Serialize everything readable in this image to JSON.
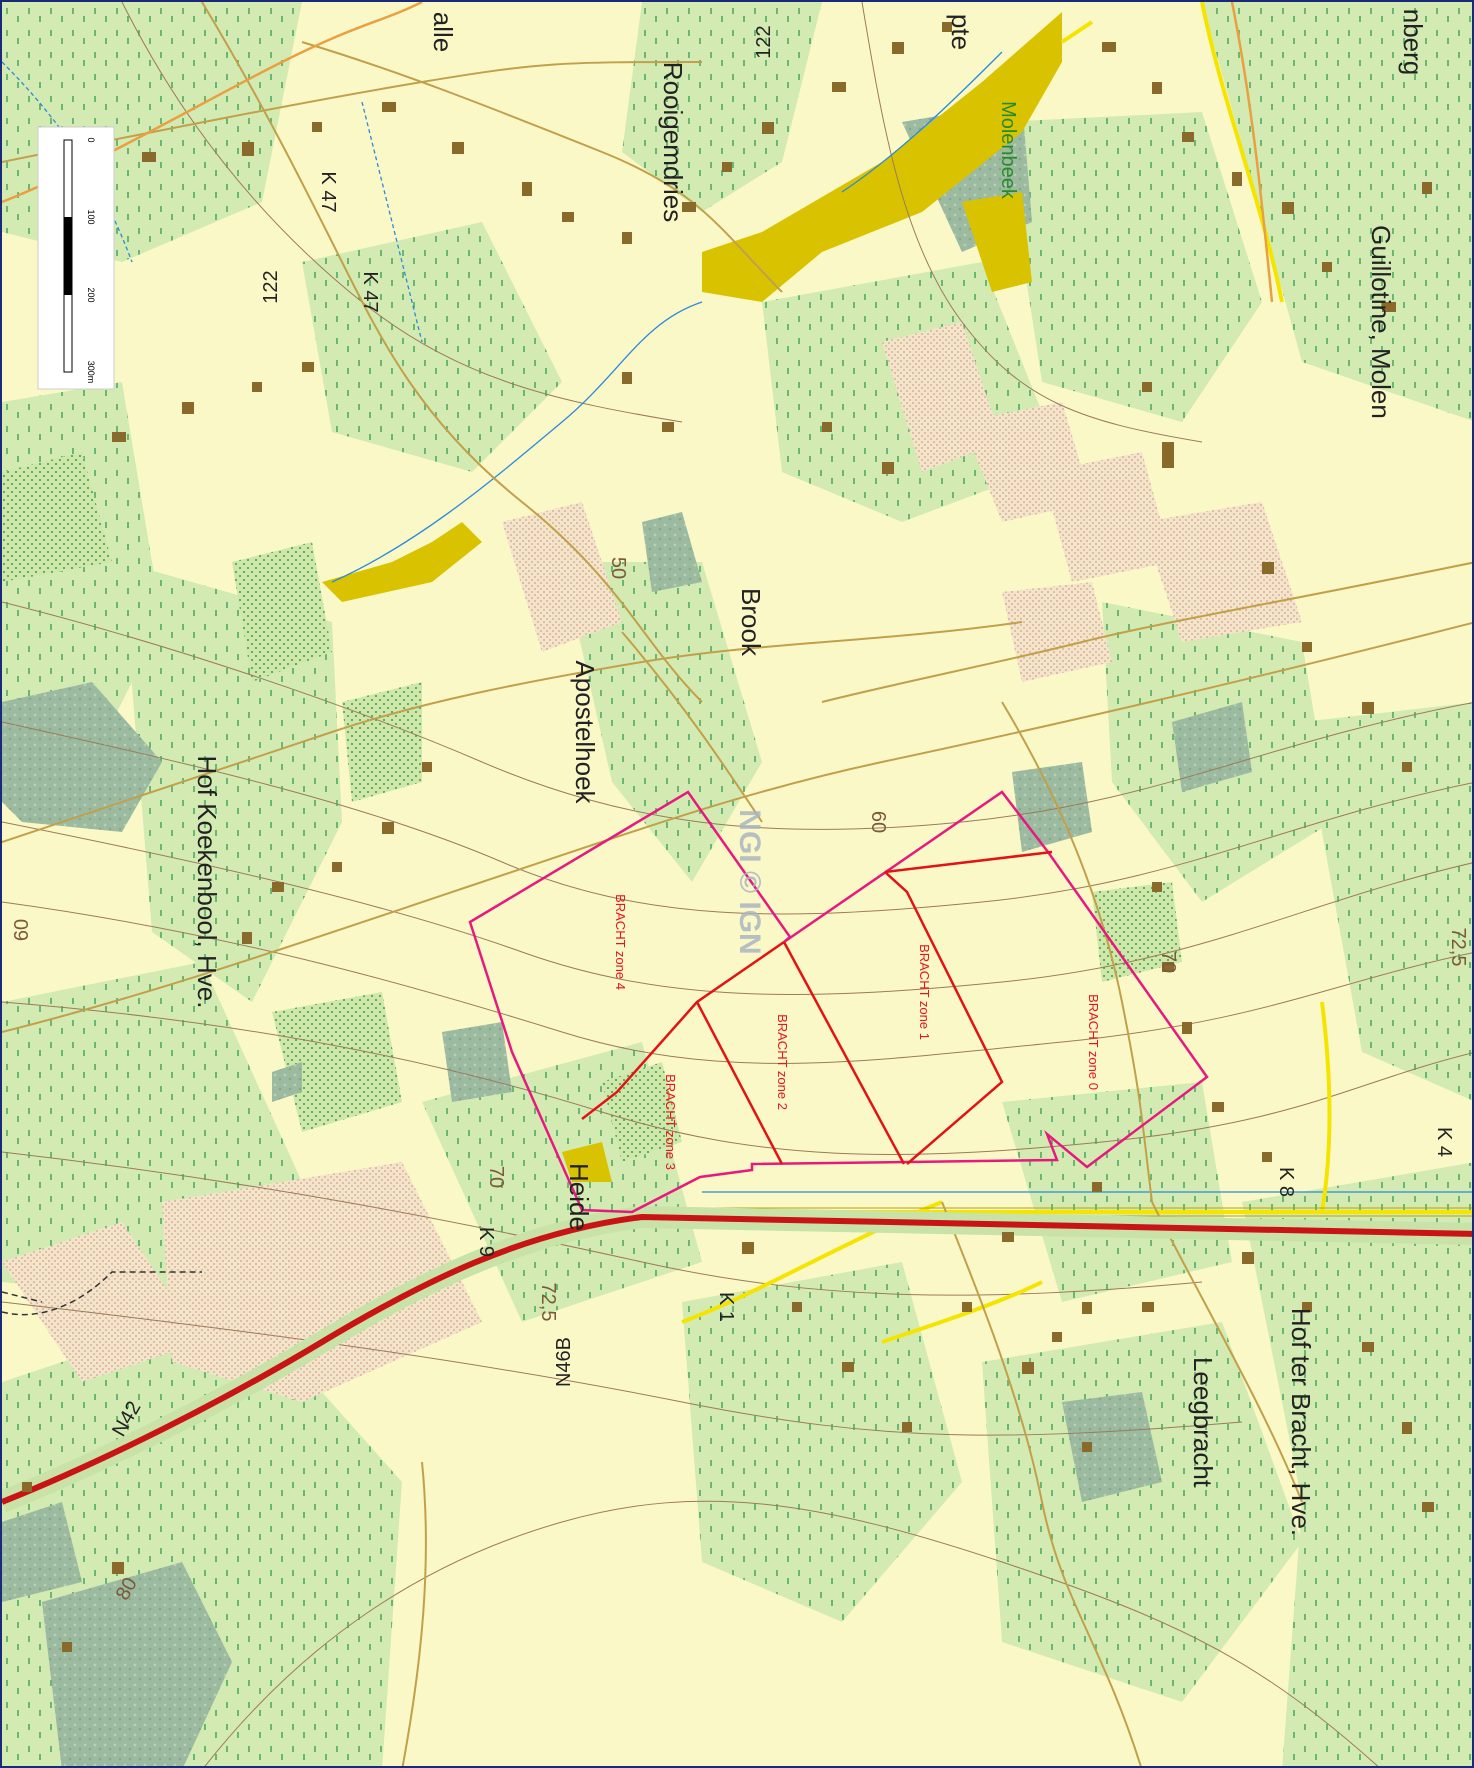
{
  "map": {
    "title": "",
    "watermark": "NGI © IGN",
    "colors": {
      "background": "#fbf8c8",
      "meadow": "#d6ecb4",
      "forest": "#9ab9a0",
      "water": "#2a8ad8",
      "wetland": "#d9c300",
      "buildings": "#8a6a2a",
      "main_road": "#c81414",
      "secondary_road": "#f5e400",
      "contours": "#9c7a5a",
      "zone_outline": "#e6197e",
      "zone_dividers": "#e01414"
    },
    "scale_bar": {
      "ticks": [
        "0",
        "100",
        "200",
        "300m"
      ]
    },
    "place_names": [
      "Rooigemdries",
      "Molenbeek",
      "Guillotine, Molen",
      "Brook",
      "Apostelhoek",
      "Hof Koekenbool, Hve.",
      "Heide",
      "Hof ter Bracht, Hve.",
      "Leegbracht",
      "alle",
      "pte",
      "nberg"
    ],
    "road_labels": [
      "K 47",
      "K 47",
      "122",
      "122",
      "K 9",
      "K 1",
      "K 8",
      "K 4",
      "N46B",
      "N42"
    ],
    "contour_labels": [
      "50",
      "60",
      "60",
      "70",
      "70",
      "72,5",
      "72,5",
      "80"
    ],
    "zones": [
      {
        "id": "zone0",
        "label": "BRACHT zone 0"
      },
      {
        "id": "zone1",
        "label": "BRACHT zone 1"
      },
      {
        "id": "zone2",
        "label": "BRACHT zone 2"
      },
      {
        "id": "zone3",
        "label": "BRACHT zone 3"
      },
      {
        "id": "zone4",
        "label": "BRACHT zone 4"
      }
    ]
  }
}
